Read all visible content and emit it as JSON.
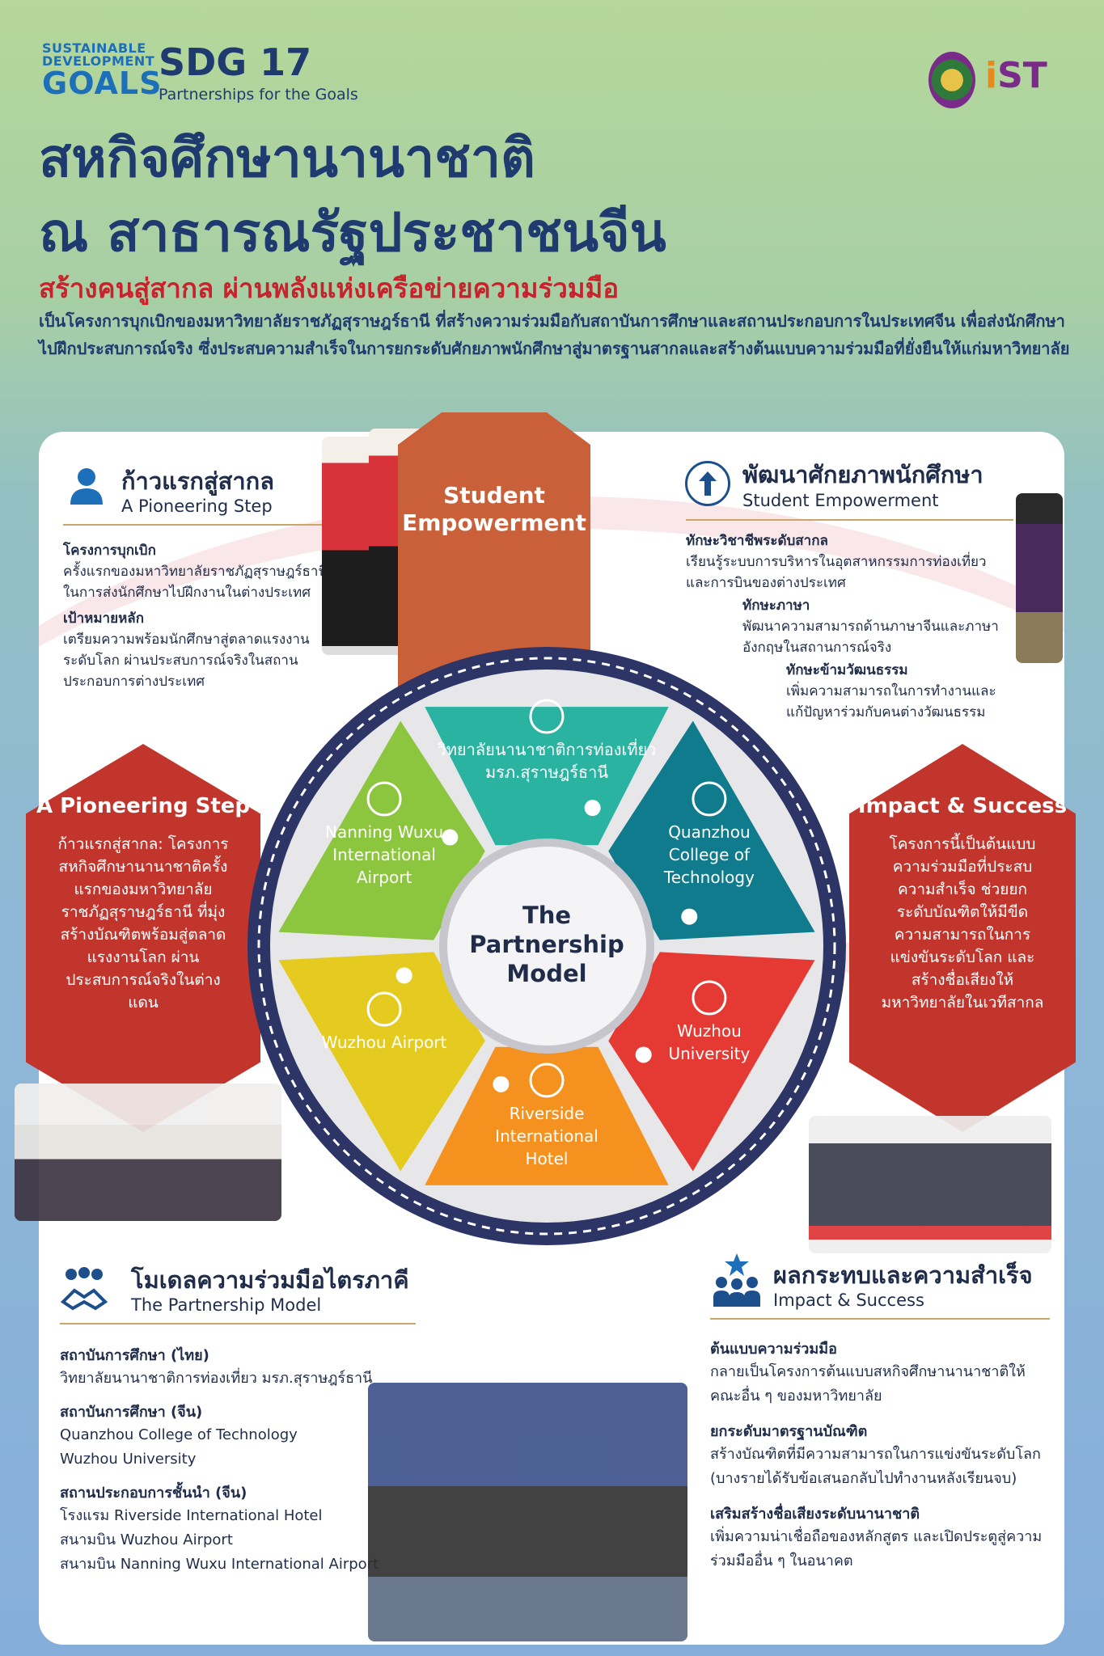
{
  "header": {
    "sdg_logo_l1": "SUSTAINABLE",
    "sdg_logo_l2": "DEVELOPMENT",
    "sdg_logo_l3": "GOALS",
    "sdg_number": "SDG 17",
    "sdg_subtitle": "Partnerships for the Goals",
    "ist_logo_prefix": "i",
    "ist_logo_main": "ST"
  },
  "title": {
    "line1": "สหกิจศึกษานานาชาติ",
    "line2": "ณ สาธารณรัฐประชาชนจีน",
    "subtitle": "สร้างคนสู่สากล ผ่านพลังแห่งเครือข่ายความร่วมมือ",
    "intro": "เป็นโครงการบุกเบิกของมหาวิทยาลัยราชภัฏสุราษฎร์ธานี ที่สร้างความร่วมมือกับสถาบันการศึกษาและสถานประกอบการในประเทศจีน เพื่อส่งนักศึกษาไปฝึกประสบการณ์จริง ซึ่งประสบความสำเร็จในการยกระดับศักยภาพนักศึกษาสู่มาตรฐานสากลและสร้างต้นแบบความร่วมมือที่ยั่งยืนให้แก่มหาวิทยาลัย"
  },
  "pioneer": {
    "title": "ก้าวแรกสู่สากล",
    "subtitle": "A Pioneering Step",
    "h1": "โครงการบุกเบิก",
    "t1": "ครั้งแรกของมหาวิทยาลัยราชภัฏสุราษฎร์ธานี ในการส่งนักศึกษาไปฝึกงานในต่างประเทศ",
    "h2": "เป้าหมายหลัก",
    "t2": "เตรียมความพร้อมนักศึกษาสู่ตลาดแรงงานระดับโลก ผ่านประสบการณ์จริงในสถานประกอบการต่างประเทศ"
  },
  "empower": {
    "title": "พัฒนาศักยภาพนักศึกษา",
    "subtitle": "Student Empowerment",
    "h1": "ทักษะวิชาชีพระดับสากล",
    "t1": "เรียนรู้ระบบการบริหารในอุตสาหกรรมการท่องเที่ยวและการบินของต่างประเทศ",
    "h2": "ทักษะภาษา",
    "t2": "พัฒนาความสามารถด้านภาษาจีนและภาษาอังกฤษในสถานการณ์จริง",
    "h3": "ทักษะข้ามวัฒนธรรม",
    "t3": "เพิ่มความสามารถในการทำงานและแก้ปัญหาร่วมกับคนต่างวัฒนธรรม"
  },
  "hex_left": {
    "title": "A Pioneering Step",
    "body": "ก้าวแรกสู่สากล: โครงการสหกิจศึกษานานาชาติครั้งแรกของมหาวิทยาลัยราชภัฏสุราษฎร์ธานี ที่มุ่งสร้างบัณฑิตพร้อมสู่ตลาดแรงงานโลก ผ่านประสบการณ์จริงในต่างแดน"
  },
  "hex_right": {
    "title": "Impact & Success",
    "body": "โครงการนี้เป็นต้นแบบความร่วมมือที่ประสบความสำเร็จ ช่วยยกระดับบัณฑิตให้มีขีดความสามารถในการแข่งขันระดับโลก และสร้างชื่อเสียงให้มหาวิทยาลัยในเวทีสากล"
  },
  "wheel": {
    "top_banner": "Student Empowerment",
    "center_line1": "The",
    "center_line2": "Partnership",
    "center_line3": "Model",
    "segments": [
      {
        "label": "วิทยาลัยนานาชาติการท่องเที่ยว มรภ.สุราษฎร์ธานี",
        "color": "#2bb3a2"
      },
      {
        "label": "Quanzhou College of Technology",
        "color": "#0f7b8d"
      },
      {
        "label": "Wuzhou University",
        "color": "#e53a34"
      },
      {
        "label": "Riverside International Hotel",
        "color": "#f5921f"
      },
      {
        "label": "Wuzhou Airport",
        "color": "#e5cb20"
      },
      {
        "label": "Nanning Wuxu International Airport",
        "color": "#8cc63f"
      }
    ]
  },
  "model": {
    "title": "โมเดลความร่วมมือไตรภาคี",
    "subtitle": "The Partnership Model",
    "h1": "สถาบันการศึกษา (ไทย)",
    "t1": "วิทยาลัยนานาชาติการท่องเที่ยว มรภ.สุราษฎร์ธานี",
    "h2": "สถาบันการศึกษา (จีน)",
    "t2a": "Quanzhou College of Technology",
    "t2b": "Wuzhou University",
    "h3": "สถานประกอบการชั้นนำ (จีน)",
    "t3a": "โรงแรม Riverside International Hotel",
    "t3b": "สนามบิน Wuzhou Airport",
    "t3c": "สนามบิน Nanning Wuxu International Airport"
  },
  "impact": {
    "title": "ผลกระทบและความสำเร็จ",
    "subtitle": "Impact & Success",
    "h1": "ต้นแบบความร่วมมือ",
    "t1": "กลายเป็นโครงการต้นแบบสหกิจศึกษานานาชาติให้คณะอื่น ๆ ของมหาวิทยาลัย",
    "h2": "ยกระดับมาตรฐานบัณฑิต",
    "t2": "สร้างบัณฑิตที่มีความสามารถในการแข่งขันระดับโลก (บางรายได้รับข้อเสนอกลับไปทำงานหลังเรียนจบ)",
    "h3": "เสริมสร้างชื่อเสียงระดับนานาชาติ",
    "t3": "เพิ่มความน่าเชื่อถือของหลักสูตร และเปิดประตูสู่ความร่วมมืออื่น ๆ ในอนาคต"
  },
  "colors": {
    "navy": "#1f3a6e",
    "red": "#c8232c",
    "orange_banner": "#c9603a",
    "hex_red": "#c1352d",
    "ring": "#2c3566"
  }
}
